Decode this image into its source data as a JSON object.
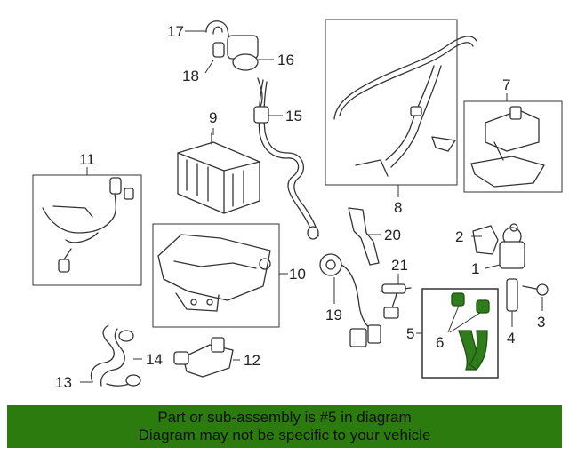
{
  "callouts": {
    "c1": "1",
    "c2": "2",
    "c3": "3",
    "c4": "4",
    "c5": "5",
    "c6": "6",
    "c7": "7",
    "c8": "8",
    "c9": "9",
    "c10": "10",
    "c11": "11",
    "c12": "12",
    "c13": "13",
    "c14": "14",
    "c15": "15",
    "c16": "16",
    "c17": "17",
    "c18": "18",
    "c19": "19",
    "c20": "20",
    "c21": "21"
  },
  "banner": {
    "line1": "Part or sub-assembly is #5 in diagram",
    "line2": "Diagram may not be specific to your vehicle"
  },
  "colors": {
    "banner_bg": "#2b7b0e",
    "highlight": "#2e7d1a"
  }
}
